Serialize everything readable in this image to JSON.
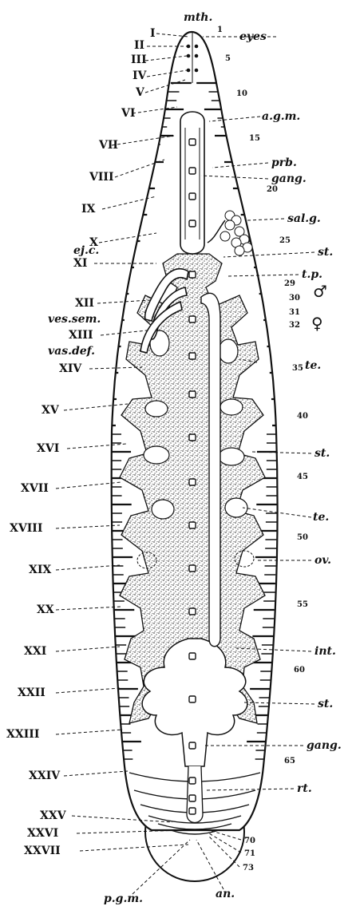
{
  "figure": {
    "labels_left": [
      {
        "id": "I",
        "text": "I"
      },
      {
        "id": "II",
        "text": "II"
      },
      {
        "id": "III",
        "text": "III"
      },
      {
        "id": "IV",
        "text": "IV"
      },
      {
        "id": "V",
        "text": "V"
      },
      {
        "id": "VI",
        "text": "VI"
      },
      {
        "id": "VII",
        "text": "VII"
      },
      {
        "id": "VIII",
        "text": "VIII"
      },
      {
        "id": "IX",
        "text": "IX"
      },
      {
        "id": "X",
        "text": "X"
      },
      {
        "id": "XI",
        "text": "XI"
      },
      {
        "id": "XII",
        "text": "XII"
      },
      {
        "id": "XIII",
        "text": "XIII"
      },
      {
        "id": "XIV",
        "text": "XIV"
      },
      {
        "id": "XV",
        "text": "XV"
      },
      {
        "id": "XVI",
        "text": "XVI"
      },
      {
        "id": "XVII",
        "text": "XVII"
      },
      {
        "id": "XVIII",
        "text": "XVIII"
      },
      {
        "id": "XIX",
        "text": "XIX"
      },
      {
        "id": "XX",
        "text": "XX"
      },
      {
        "id": "XXI",
        "text": "XXI"
      },
      {
        "id": "XXII",
        "text": "XXII"
      },
      {
        "id": "XXIII",
        "text": "XXIII"
      },
      {
        "id": "XXIV",
        "text": "XXIV"
      },
      {
        "id": "XXV",
        "text": "XXV"
      },
      {
        "id": "XXVI",
        "text": "XXVI"
      },
      {
        "id": "XXVII",
        "text": "XXVII"
      }
    ],
    "annotations": {
      "mth": "mth.",
      "eyes": "eyes",
      "agm": "a.g.m.",
      "prb": "prb.",
      "gang_top": "gang.",
      "salg": "sal.g.",
      "st1": "st.",
      "tp": "t.p.",
      "male": "♂",
      "female": "♀",
      "ejc": "ej.c.",
      "vessem": "ves.sem.",
      "vasdef": "vas.def.",
      "te1": "te.",
      "st2": "st.",
      "te2": "te.",
      "ov": "ov.",
      "int": "int.",
      "st3": "st.",
      "gang_bottom": "gang.",
      "rt": "rt.",
      "pgm": "p.g.m.",
      "an": "an."
    },
    "numbers": {
      "n1": "1",
      "n5": "5",
      "n10": "10",
      "n15": "15",
      "n20": "20",
      "n25": "25",
      "n29": "29",
      "n30": "30",
      "n31": "31",
      "n32": "32",
      "n35": "35",
      "n40": "40",
      "n45": "45",
      "n50": "50",
      "n55": "55",
      "n60": "60",
      "n65": "65",
      "n70": "70",
      "n71": "71",
      "n73": "73"
    }
  }
}
